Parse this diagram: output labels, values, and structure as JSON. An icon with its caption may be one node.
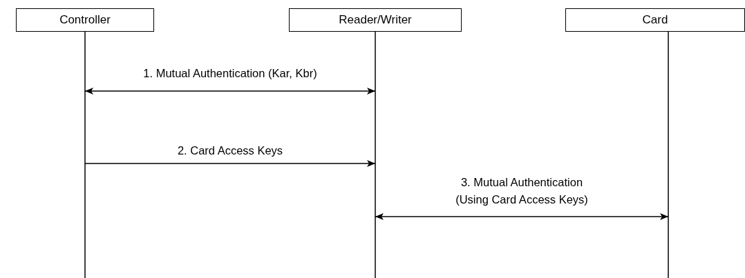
{
  "diagram": {
    "nodes": [
      {
        "text": [
          "Controller"
        ]
      },
      {
        "text": [
          "Reader/Writer"
        ]
      },
      {
        "text": [
          "Card"
        ]
      }
    ],
    "edges": [
      {
        "from": 0,
        "to": 1,
        "arrow": "both",
        "label": "1. Mutual Authentication (Kar, Kbr)"
      },
      {
        "from": 0,
        "to": 1,
        "arrow": "to",
        "label": "2. Card Access Keys"
      },
      {
        "from": 1,
        "to": 2,
        "arrow": "both",
        "label": "3. Mutual Authentication (Using Card Access Keys)"
      }
    ]
  }
}
